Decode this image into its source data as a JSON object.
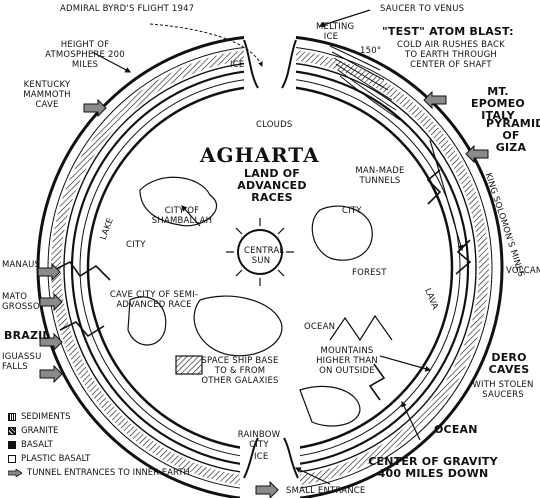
{
  "title": "AGHARTA",
  "subtitle": "LAND OF ADVANCED RACES",
  "labels": {
    "admiral": "ADMIRAL BYRD'S FLIGHT 1947",
    "height": "HEIGHT OF ATMOSPHERE 200 MILES",
    "kentucky": "KENTUCKY MAMMOTH CAVE",
    "saucer": "SAUCER TO VENUS",
    "melting_ice": "MELTING ICE",
    "atom_blast": "\"TEST\" ATOM BLAST:",
    "cold_air": "COLD AIR RUSHES BACK TO EARTH THROUGH CENTER OF SHAFT",
    "degrees": "150°",
    "epomeo": "MT. EPOMEO ITALY",
    "giza": "PYRAMID OF GIZA",
    "clouds": "CLOUDS",
    "man_made": "MAN-MADE TUNNELS",
    "shamballah": "CITY OF SHAMBALLAH",
    "city_left": "CITY",
    "city_right": "CITY",
    "lake": "LAKE",
    "king_solomons": "KING SOLOMON'S MINES",
    "central_sun": "CENTRAL SUN",
    "forest": "FOREST",
    "manaus": "MANAUS",
    "volcano": "VOLCANO",
    "mato_grosso": "MATO GROSSO",
    "cave_city": "CAVE CITY OF SEMI-ADVANCED RACE",
    "ocean_inner": "OCEAN",
    "brazil": "BRAZIL",
    "iguassu": "IGUASSU FALLS",
    "mountains": "MOUNTAINS HIGHER THAN ON OUTSIDE",
    "space_ship": "SPACE SHIP BASE TO & FROM OTHER GALAXIES",
    "dero": "DERO CAVES",
    "stolen": "WITH STOLEN SAUCERS",
    "ocean_outer": "OCEAN",
    "rainbow": "RAINBOW CITY",
    "ice": "ICE",
    "gravity": "CENTER OF GRAVITY 400 MILES DOWN",
    "small_entrance": "SMALL ENTRANCE",
    "lava": "LAVA",
    "ice_top": "ICE"
  },
  "legend": {
    "items": [
      {
        "label": "SEDIMENTS",
        "swatch": "sediments"
      },
      {
        "label": "GRANITE",
        "swatch": "granite"
      },
      {
        "label": "BASALT",
        "swatch": "basalt"
      },
      {
        "label": "PLASTIC BASALT",
        "swatch": "plastic-basalt"
      }
    ],
    "tunnel_label": "TUNNEL ENTRANCES TO INNER EARTH"
  },
  "colors": {
    "ink": "#111111",
    "paper": "#ffffff",
    "arrow_fill": "#8a8a8a"
  }
}
